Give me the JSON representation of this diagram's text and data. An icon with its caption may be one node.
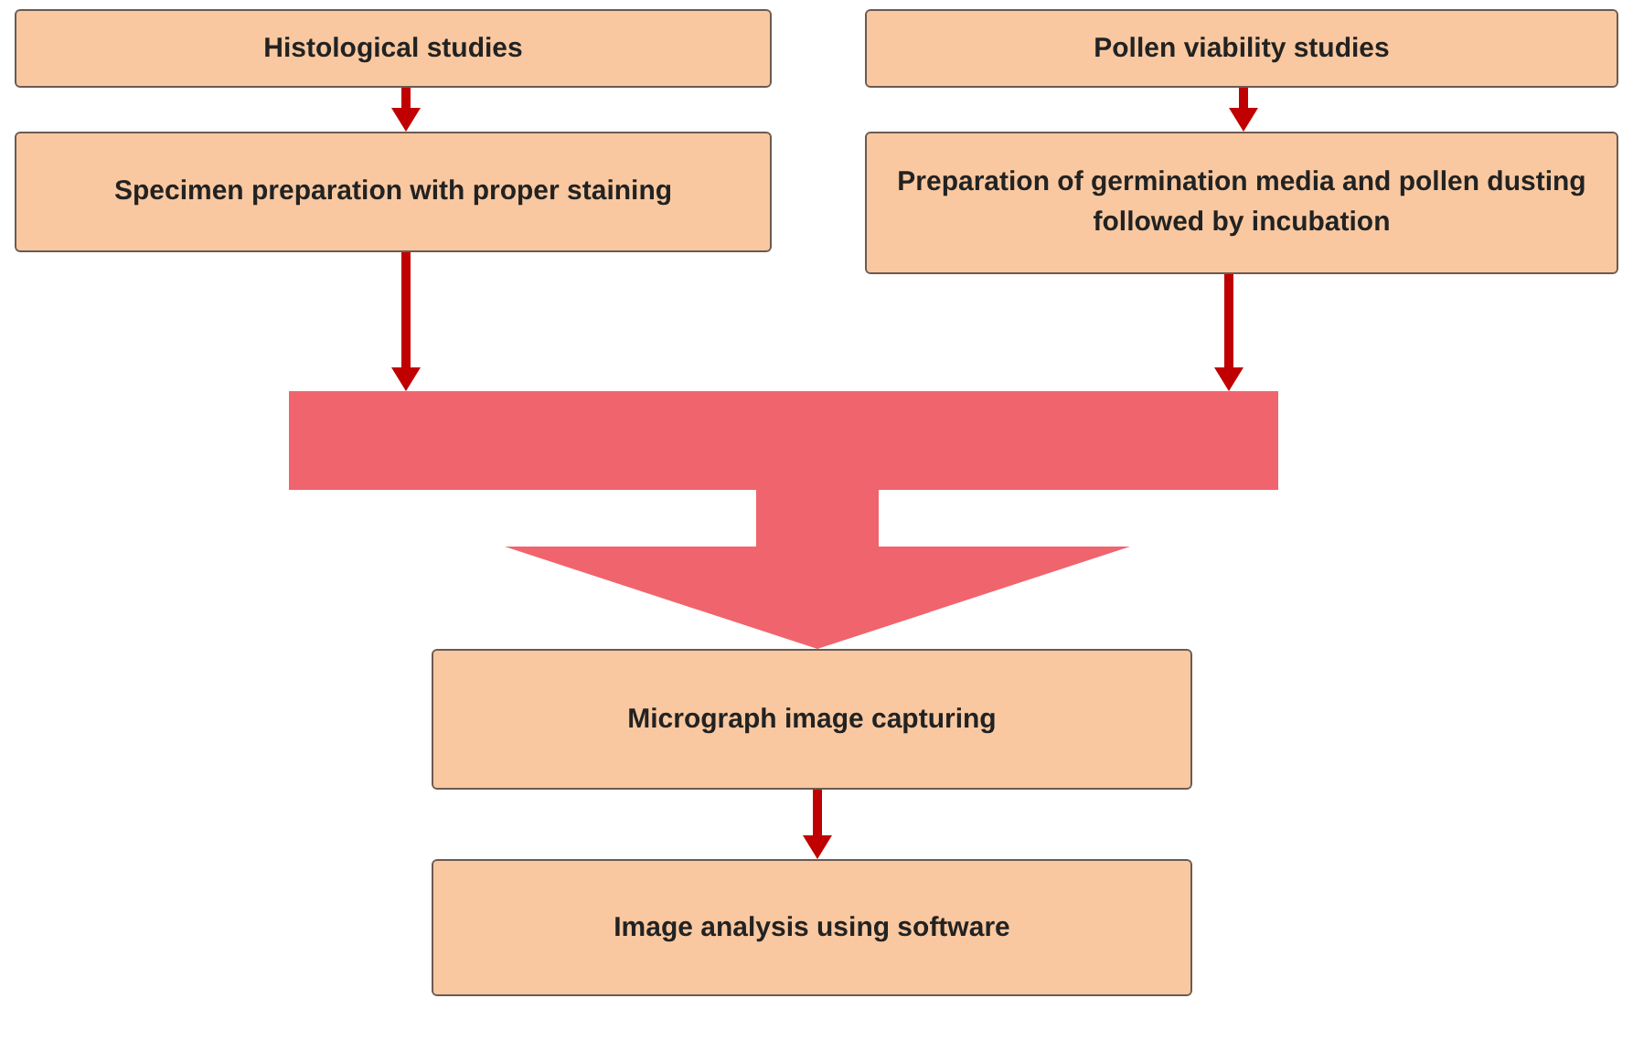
{
  "diagram": {
    "nodes": [
      {
        "text": [
          "Histological studies"
        ]
      },
      {
        "text": [
          "Specimen preparation with proper staining"
        ]
      },
      {
        "text": [
          "Pollen viability studies"
        ]
      },
      {
        "text": [
          "Preparation of germination media and pollen dusting followed by incubation"
        ]
      },
      {
        "text": [],
        "shape": "bar"
      },
      {
        "text": [
          "Micrograph image capturing"
        ]
      },
      {
        "text": [
          "Image analysis using software"
        ]
      }
    ],
    "edges": [
      {
        "from": 0,
        "to": 1,
        "arrow": "to"
      },
      {
        "from": 2,
        "to": 3,
        "arrow": "to"
      },
      {
        "from": 1,
        "to": 4,
        "arrow": "to"
      },
      {
        "from": 3,
        "to": 4,
        "arrow": "to"
      },
      {
        "from": 4,
        "to": 5,
        "arrow": "to",
        "style": "thick",
        "color": "#f0646e"
      },
      {
        "from": 5,
        "to": 6,
        "arrow": "to"
      }
    ]
  }
}
